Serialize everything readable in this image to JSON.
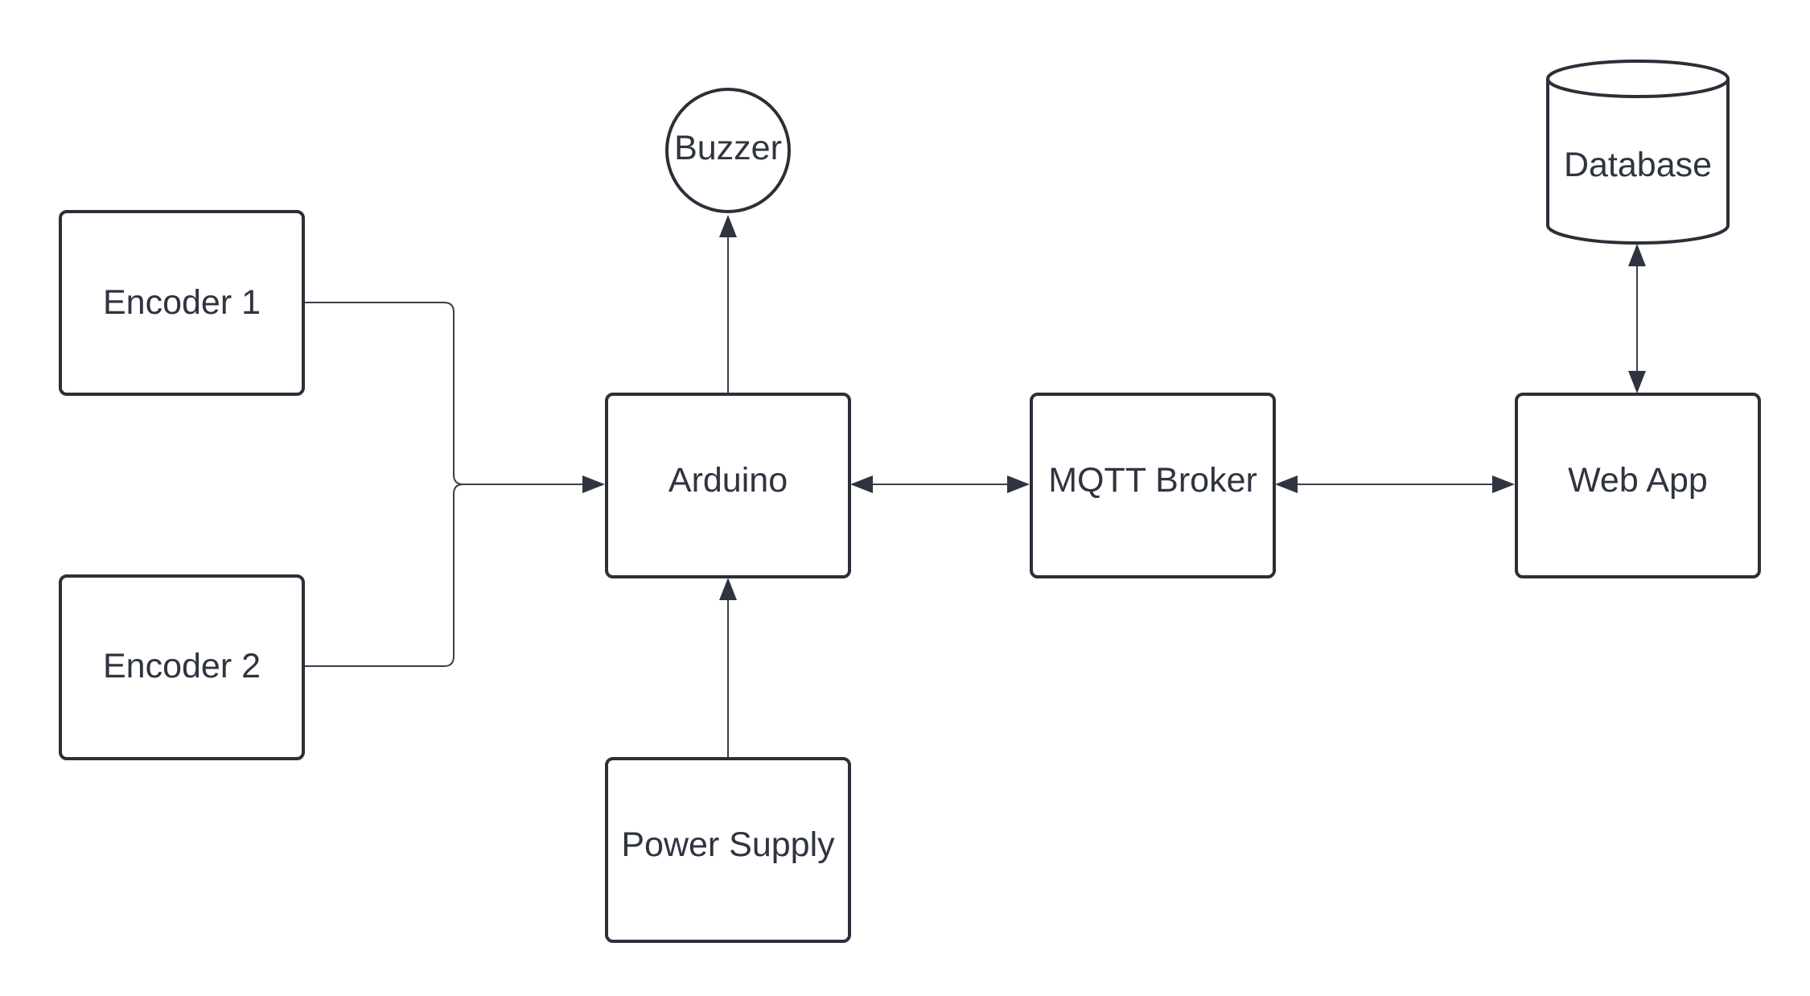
{
  "diagram": {
    "nodes": {
      "encoder1": {
        "label": "Encoder 1",
        "shape": "box"
      },
      "encoder2": {
        "label": "Encoder 2",
        "shape": "box"
      },
      "buzzer": {
        "label": "Buzzer",
        "shape": "circle"
      },
      "arduino": {
        "label": "Arduino",
        "shape": "box"
      },
      "power_supply": {
        "label": "Power Supply",
        "shape": "box"
      },
      "mqtt_broker": {
        "label": "MQTT Broker",
        "shape": "box"
      },
      "web_app": {
        "label": "Web App",
        "shape": "box"
      },
      "database": {
        "label": "Database",
        "shape": "cylinder"
      }
    },
    "edges": [
      {
        "from": "encoder1",
        "to": "arduino",
        "direction": "forward"
      },
      {
        "from": "encoder2",
        "to": "arduino",
        "direction": "forward"
      },
      {
        "from": "arduino",
        "to": "buzzer",
        "direction": "forward"
      },
      {
        "from": "power_supply",
        "to": "arduino",
        "direction": "forward"
      },
      {
        "from": "arduino",
        "to": "mqtt_broker",
        "direction": "both"
      },
      {
        "from": "mqtt_broker",
        "to": "web_app",
        "direction": "both"
      },
      {
        "from": "web_app",
        "to": "database",
        "direction": "both"
      }
    ],
    "colors": {
      "stroke": "#2b2f38",
      "text": "#2f3440",
      "background": "#ffffff"
    }
  }
}
